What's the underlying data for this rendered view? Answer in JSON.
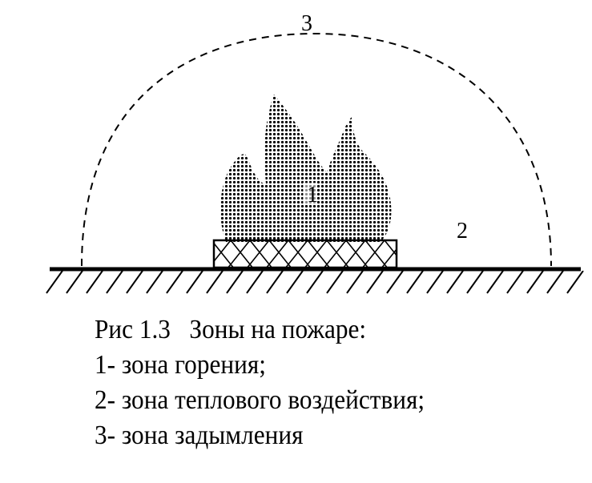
{
  "diagram": {
    "zone_labels": {
      "combustion": "1",
      "heat": "2",
      "smoke": "3"
    }
  },
  "caption": {
    "title": "Рис 1.3   Зоны на пожаре:",
    "items": [
      "1- зона горения;",
      "2- зона теплового воздействия;",
      "3- зона задымления"
    ]
  }
}
